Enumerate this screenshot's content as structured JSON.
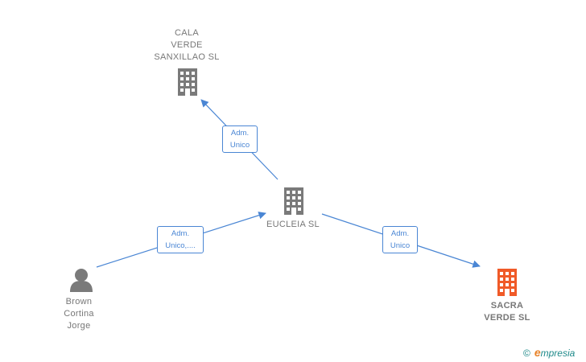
{
  "colors": {
    "edge": "#4a86d4",
    "company_icon": "#7a7a7a",
    "company_highlight_icon": "#f05a28",
    "person_icon": "#7a7a7a",
    "label": "#777777"
  },
  "nodes": {
    "cala": {
      "lines": [
        "CALA",
        "VERDE",
        "SANXILLAO  SL"
      ],
      "icon": "building-icon"
    },
    "eucleia": {
      "lines": [
        "EUCLEIA  SL"
      ],
      "icon": "building-icon"
    },
    "sacra": {
      "lines": [
        "SACRA",
        "VERDE  SL"
      ],
      "icon": "building-icon-highlighted"
    },
    "brown": {
      "lines": [
        "Brown",
        "Cortina",
        "Jorge"
      ],
      "icon": "person-icon"
    }
  },
  "edges": {
    "eucleia_to_cala": {
      "lines": [
        "Adm.",
        "Unico"
      ]
    },
    "brown_to_eucleia": {
      "lines": [
        "Adm.",
        "Unico,...."
      ]
    },
    "eucleia_to_sacra": {
      "lines": [
        "Adm.",
        "Unico"
      ]
    }
  },
  "brand": {
    "copyright": "©",
    "initial": "e",
    "rest": "mpresia"
  }
}
